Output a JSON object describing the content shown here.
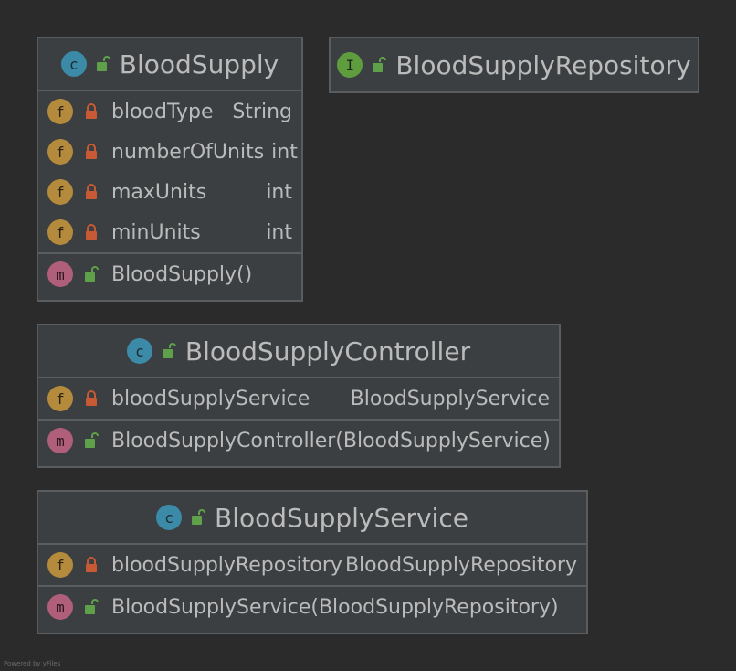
{
  "classes": {
    "blood_supply": {
      "kind": "class",
      "kind_letter": "c",
      "title": "BloodSupply",
      "fields": [
        {
          "name": "bloodType",
          "type": "String"
        },
        {
          "name": "numberOfUnits",
          "type": "int"
        },
        {
          "name": "maxUnits",
          "type": "int"
        },
        {
          "name": "minUnits",
          "type": "int"
        }
      ],
      "methods": [
        {
          "name": "BloodSupply()"
        }
      ]
    },
    "blood_supply_repository": {
      "kind": "interface",
      "kind_letter": "I",
      "title": "BloodSupplyRepository"
    },
    "blood_supply_controller": {
      "kind": "class",
      "kind_letter": "c",
      "title": "BloodSupplyController",
      "fields": [
        {
          "name": "bloodSupplyService",
          "type": "BloodSupplyService"
        }
      ],
      "methods": [
        {
          "name": "BloodSupplyController(BloodSupplyService)"
        }
      ]
    },
    "blood_supply_service": {
      "kind": "class",
      "kind_letter": "c",
      "title": "BloodSupplyService",
      "fields": [
        {
          "name": "bloodSupplyRepository",
          "type": "BloodSupplyRepository"
        }
      ],
      "methods": [
        {
          "name": "BloodSupplyService(BloodSupplyRepository)"
        }
      ]
    }
  },
  "badge_letters": {
    "field": "f",
    "method": "m"
  },
  "footer": "Powered by yFiles",
  "colors": {
    "background": "#2b2b2b",
    "box": "#3c3f41",
    "border": "#5a5d60",
    "text": "#bbbbbb",
    "class_badge": "#3b8ba8",
    "interface_badge": "#5e9c3e",
    "field_badge": "#b48a3c",
    "method_badge": "#b05f7a",
    "private_lock": "#c75a34",
    "public_lock": "#5fa14a"
  }
}
